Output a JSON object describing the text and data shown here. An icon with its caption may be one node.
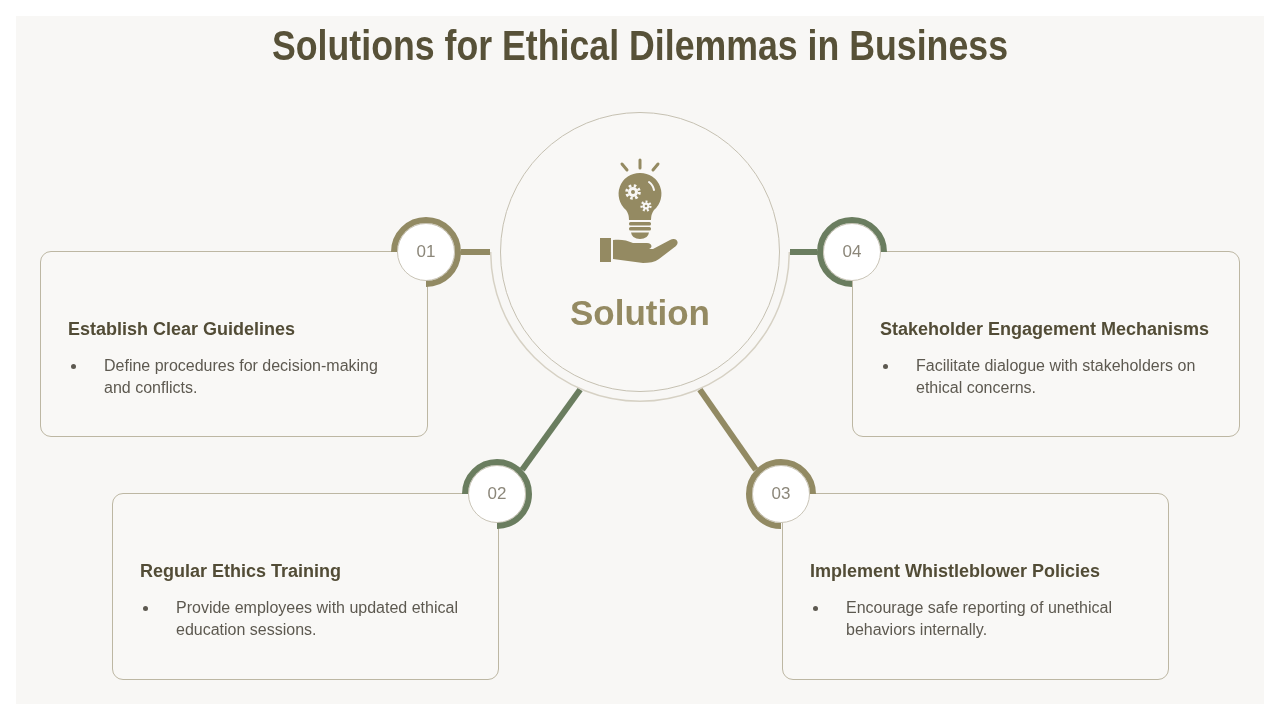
{
  "diagram": {
    "title": "Solutions for Ethical Dilemmas in Business",
    "nodes": [
      {
        "text": [
          "Solution"
        ]
      },
      {
        "text": [
          "01"
        ]
      },
      {
        "text": [
          "Establish Clear Guidelines",
          "Define procedures for decision-making and conflicts."
        ]
      },
      {
        "text": [
          "02"
        ]
      },
      {
        "text": [
          "Regular Ethics Training",
          "Provide employees with updated ethical education sessions."
        ]
      },
      {
        "text": [
          "03"
        ]
      },
      {
        "text": [
          "Implement Whistleblower Policies",
          "Encourage safe reporting of unethical behaviors internally."
        ]
      },
      {
        "text": [
          "04"
        ]
      },
      {
        "text": [
          "Stakeholder Engagement Mechanisms",
          "Facilitate dialogue with stakeholders on ethical concerns."
        ]
      }
    ],
    "edges": [
      {
        "from": 0,
        "to": 1,
        "arrow": "none",
        "color": "#928a63"
      },
      {
        "from": 0,
        "to": 3,
        "arrow": "none",
        "color": "#6a7d5f"
      },
      {
        "from": 0,
        "to": 5,
        "arrow": "none",
        "color": "#928a63"
      },
      {
        "from": 0,
        "to": 7,
        "arrow": "none",
        "color": "#6a7d5f"
      }
    ]
  }
}
